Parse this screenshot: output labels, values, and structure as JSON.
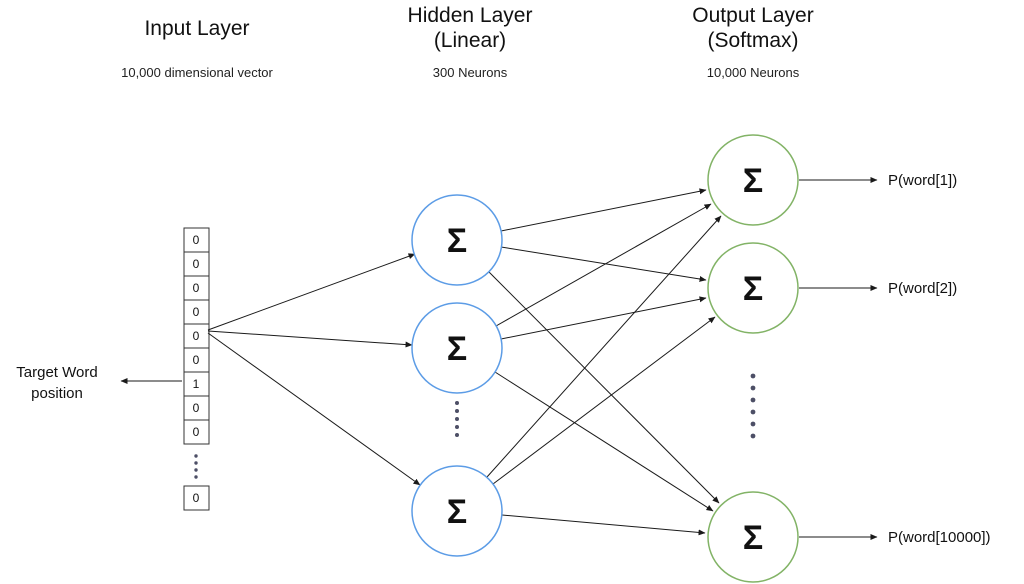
{
  "diagram": {
    "input_layer": {
      "title": "Input Layer",
      "subtitle": "10,000 dimensional vector",
      "cells": [
        "0",
        "0",
        "0",
        "0",
        "0",
        "0",
        "1",
        "0",
        "0"
      ],
      "bottom_cell": "0",
      "highlight_color": "#b0e3e6",
      "target_label": {
        "line1": "Target Word",
        "line2": "position"
      }
    },
    "hidden_layer": {
      "title_line1": "Hidden Layer",
      "title_line2": "(Linear)",
      "subtitle": "300 Neurons",
      "neuron_symbol": "Σ",
      "circle_color": "#5c9ce6"
    },
    "output_layer": {
      "title_line1": "Output Layer",
      "title_line2": "(Softmax)",
      "subtitle": "10,000 Neurons",
      "neuron_symbol": "Σ",
      "circle_color": "#82b366",
      "output_labels": [
        "P(word[1])",
        "P(word[2])",
        "P(word[10000])"
      ]
    }
  }
}
